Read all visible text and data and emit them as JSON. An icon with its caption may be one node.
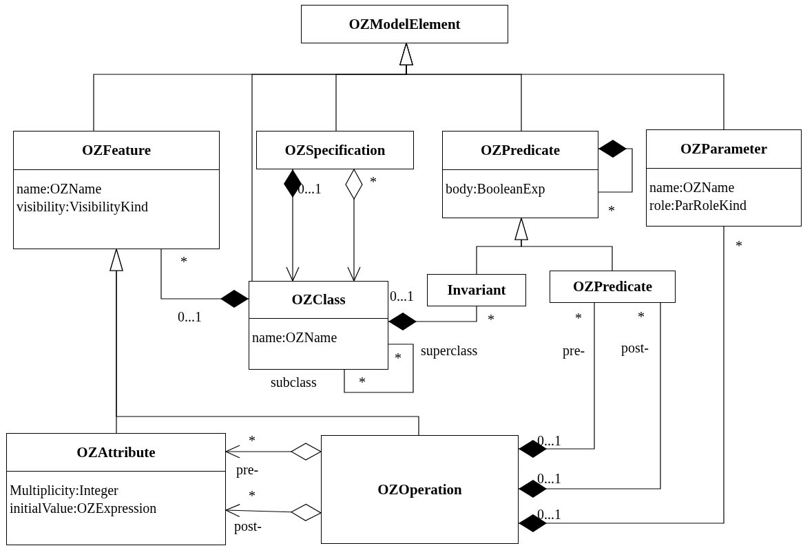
{
  "diagram": {
    "nodes": [
      {
        "text": [
          "OZModelElement"
        ]
      },
      {
        "text": [
          "OZFeature",
          "name:OZName",
          "visibility:VisibilityKind"
        ]
      },
      {
        "text": [
          "OZSpecification"
        ]
      },
      {
        "text": [
          "OZPredicate",
          "body:BooleanExp"
        ]
      },
      {
        "text": [
          "OZParameter",
          "name:OZName",
          "role:ParRoleKind"
        ]
      },
      {
        "text": [
          "OZClass",
          "name:OZName"
        ]
      },
      {
        "text": [
          "Invariant"
        ]
      },
      {
        "text": [
          "OZPredicate"
        ]
      },
      {
        "text": [
          "OZAttribute",
          "Multiplicity:Integer",
          "initialValue:OZExpression"
        ]
      },
      {
        "text": [
          "OZOperation"
        ]
      }
    ],
    "edges": [
      {
        "from": 1,
        "to": 0,
        "arrow": "to"
      },
      {
        "from": 5,
        "to": 0,
        "arrow": "to"
      },
      {
        "from": 2,
        "to": 0,
        "arrow": "to"
      },
      {
        "from": 3,
        "to": 0,
        "arrow": "to"
      },
      {
        "from": 4,
        "to": 0,
        "arrow": "to"
      },
      {
        "from": 8,
        "to": 1,
        "arrow": "to"
      },
      {
        "from": 9,
        "to": 1,
        "arrow": "to"
      },
      {
        "from": 6,
        "to": 3,
        "arrow": "to"
      },
      {
        "from": 7,
        "to": 3,
        "arrow": "to"
      },
      {
        "from": 1,
        "to": 5,
        "arrow": "other"
      },
      {
        "from": 2,
        "to": 5,
        "arrow": "to"
      },
      {
        "from": 2,
        "to": 5,
        "arrow": "to"
      },
      {
        "from": 3,
        "to": 3,
        "arrow": "other"
      },
      {
        "from": 6,
        "to": 5,
        "arrow": "other"
      },
      {
        "from": 5,
        "to": 5,
        "arrow": "none"
      },
      {
        "from": 9,
        "to": 8,
        "arrow": "to",
        "label": "pre-"
      },
      {
        "from": 9,
        "to": 8,
        "arrow": "to",
        "label": "post-"
      },
      {
        "from": 7,
        "to": 9,
        "arrow": "other",
        "label": "pre-"
      },
      {
        "from": 7,
        "to": 9,
        "arrow": "other",
        "label": "post-"
      },
      {
        "from": 4,
        "to": 9,
        "arrow": "other"
      }
    ],
    "labels": [
      "0...1",
      "*",
      "*",
      "*",
      "*",
      "0...1",
      "0...1",
      "*",
      "*",
      "*",
      "*",
      "superclass",
      "*",
      "subclass",
      "*",
      "*",
      "0...1",
      "0...1",
      "0...1"
    ]
  }
}
